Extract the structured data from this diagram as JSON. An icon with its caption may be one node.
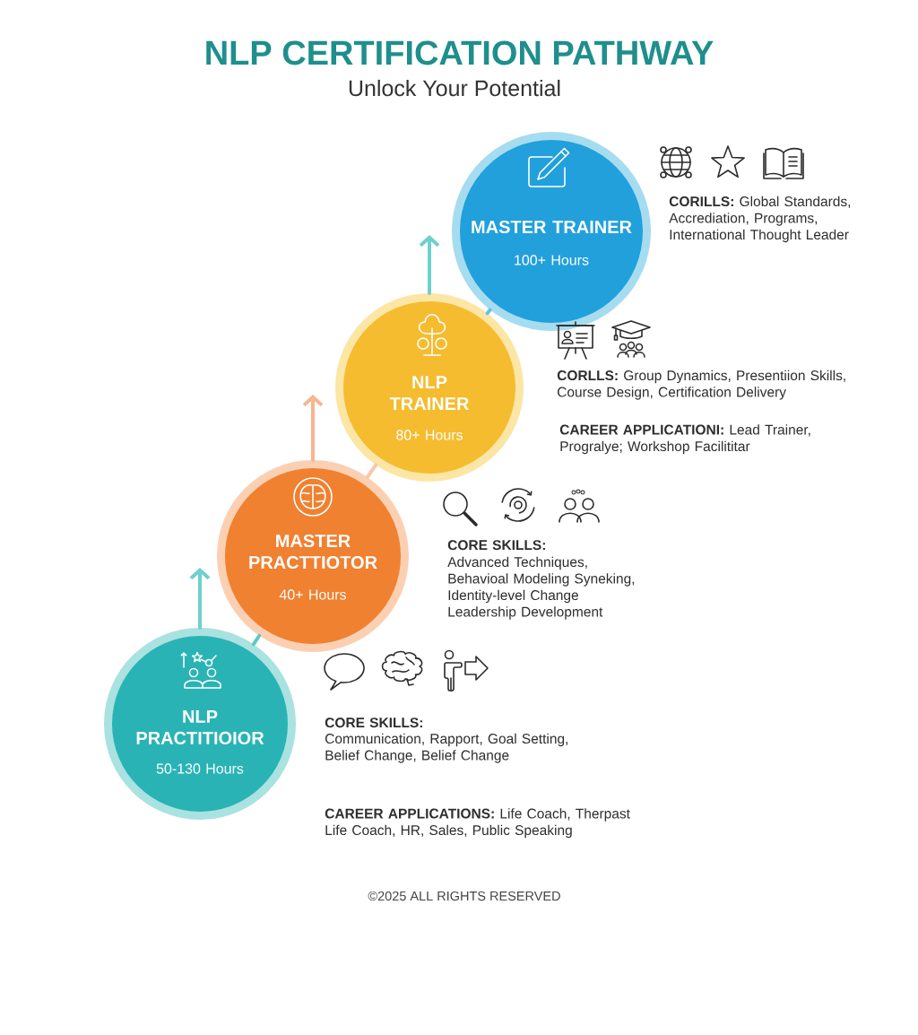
{
  "diagram": {
    "title": "NLP CERTIFICATION PATHWAY",
    "nodes": [
      {
        "text": [
          "MASTER TRAINER",
          "100+ Hours"
        ],
        "beside": [
          "**CORILLS:** Global Standards, Accrediation, Programs, International Thought Leader"
        ]
      },
      {
        "text": [
          "NLP TRAINER",
          "80+ Hours"
        ],
        "beside": [
          "**CORLLS:** Group Dynamics, Presentiion Skills, Course Design, Certification Delivery",
          "**CAREER APPLICATIONI:** Lead Trainer, Progralye; Workshop Facilititar"
        ]
      },
      {
        "text": [
          "MASTER PRACTTIOTOR",
          "40+ Hours"
        ],
        "beside": [
          "CORE SKILLS:",
          "Advanced Techniques, Behavioal Modeling Syneking, Identity-level Change Leadership Development"
        ]
      },
      {
        "text": [
          "NLP PRACTITIOIOR",
          "50-130 Hours"
        ],
        "beside": [
          "CORE SKILLS:",
          "Communication, Rapport, Goal Setting, Belief Change, Belief Change",
          "**CAREER APPLICATIONS:** Life Coach, Therpast Life Coach, HR, Sales, Public Speaking"
        ]
      }
    ],
    "edges": [
      {
        "from": 3,
        "to": 2,
        "arrow": "none",
        "color": "#5ec8c8"
      },
      {
        "from": 2,
        "to": 1,
        "arrow": "none",
        "color": "#f8c9a8"
      },
      {
        "from": 1,
        "to": 0,
        "arrow": "none",
        "color": "#64c4e2"
      },
      {
        "from": 3,
        "to": null,
        "arrow": "to",
        "color": "#70cfd0"
      },
      {
        "from": 2,
        "to": null,
        "arrow": "to",
        "color": "#f6b68e"
      },
      {
        "from": 1,
        "to": null,
        "arrow": "to",
        "color": "#70cfd0"
      }
    ],
    "labels": [
      "Unlock Your Potential",
      "©2025 ALL RIGHTS RESERVED"
    ]
  }
}
